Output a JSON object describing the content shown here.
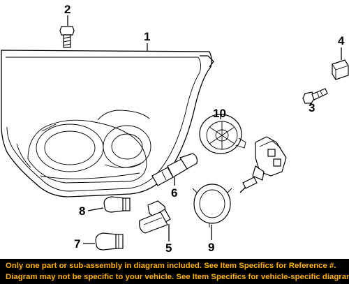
{
  "callouts": {
    "c1": "1",
    "c2": "2",
    "c3": "3",
    "c4": "4",
    "c5": "5",
    "c6": "6",
    "c7": "7",
    "c8": "8",
    "c9": "9",
    "c10": "10"
  },
  "footer": {
    "line1": "Only one part or sub-assembly in diagram included. See Item Specifics for Reference #.",
    "line2": "Diagram may not be specific to your vehicle. See Item Specifics for vehicle-specific diagrams."
  }
}
